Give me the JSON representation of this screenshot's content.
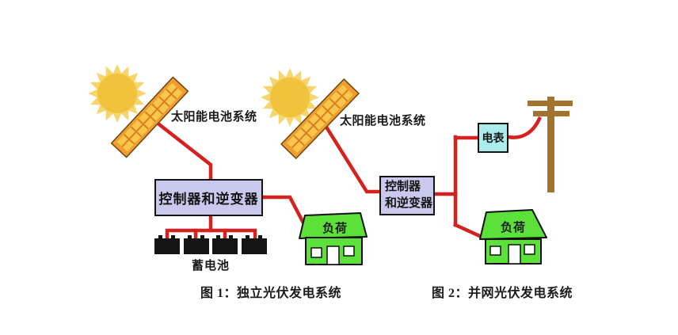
{
  "colors": {
    "wire": "#d62121",
    "sun_core": "#f1c23c",
    "sun_rays": "#f6d56d",
    "panel_frame": "#ee9d2e",
    "panel_cell": "#f7c64a",
    "panel_grid": "#dd7f1e",
    "house": "#5ce13a",
    "pole": "#a3722d",
    "box_fill": "#c9c9ee",
    "meter_fill": "#abedec",
    "battery": "#141414"
  },
  "figure1": {
    "caption": "图 1：独立光伏发电系统",
    "panel_label": "太阳能电池系统",
    "controller_label": "控制器和逆变器",
    "battery_label": "蓄电池",
    "load_label": "负荷"
  },
  "figure2": {
    "caption": "图 2：并网光伏发电系统",
    "panel_label": "太阳能电池系统",
    "controller_line1": "控制器",
    "controller_line2": "和逆变器",
    "meter_label": "电表",
    "load_label": "负荷"
  }
}
